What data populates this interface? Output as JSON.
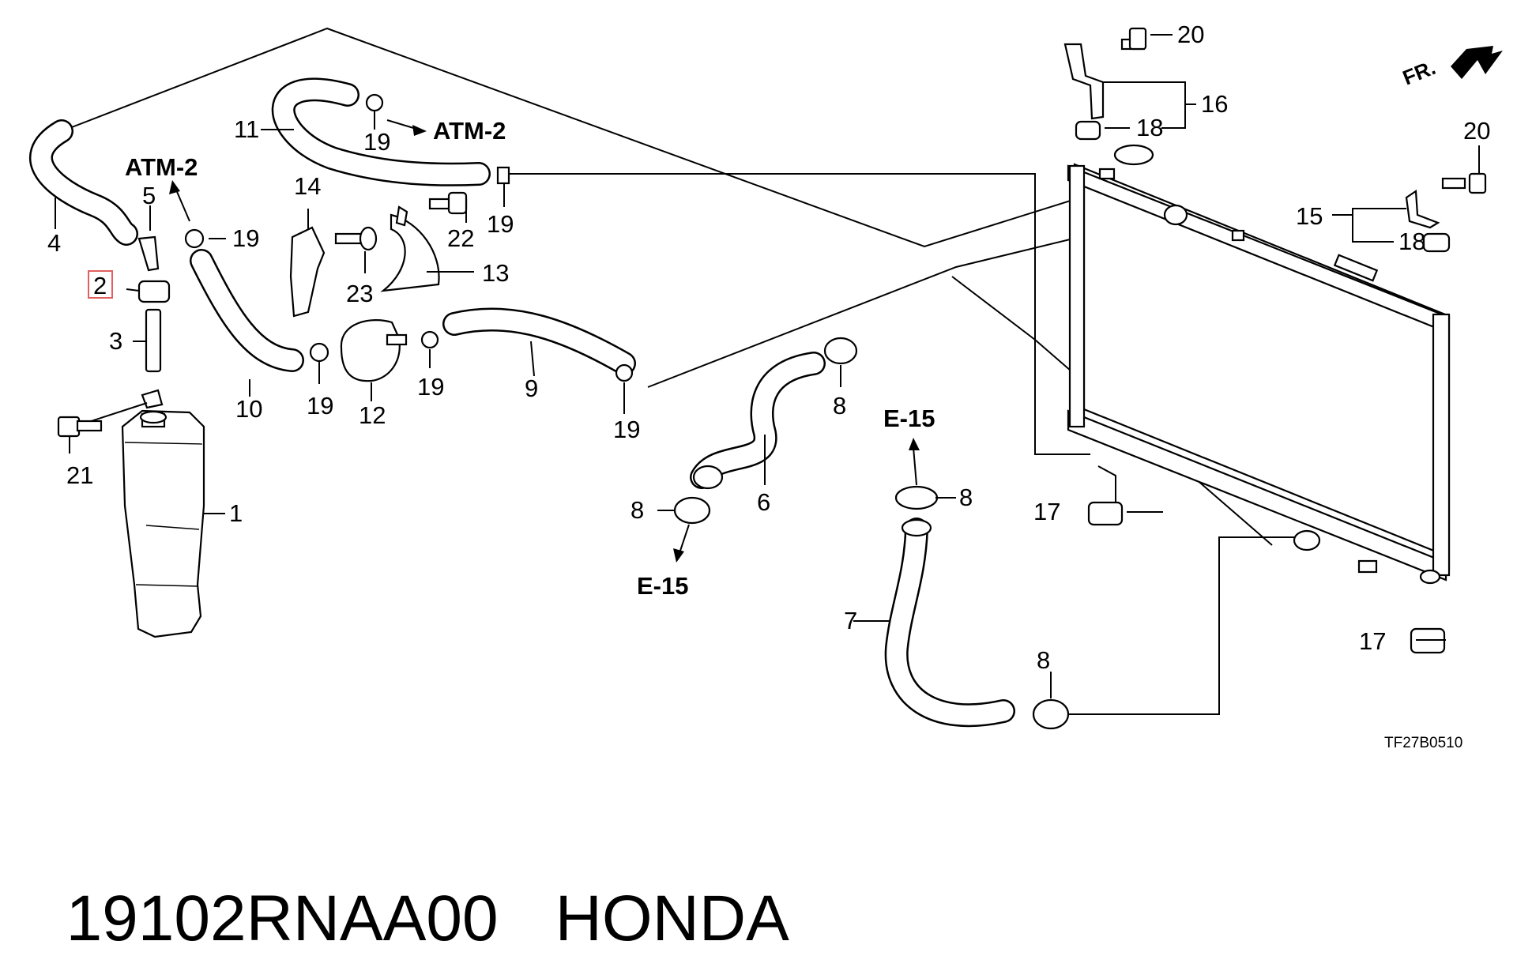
{
  "labels": {
    "p1": "1",
    "p2": "2",
    "p3": "3",
    "p4": "4",
    "p5": "5",
    "p6": "6",
    "p7": "7",
    "p8": "8",
    "p9": "9",
    "p10": "10",
    "p11": "11",
    "p12": "12",
    "p13": "13",
    "p14": "14",
    "p15": "15",
    "p16": "16",
    "p17": "17",
    "p18": "18",
    "p19": "19",
    "p20": "20",
    "p21": "21",
    "p22": "22",
    "p23": "23"
  },
  "refs": {
    "atm": "ATM-2",
    "e15": "E-15"
  },
  "direction": "FR.",
  "drawing_code": "TF27B0510",
  "highlight": {
    "part": "2",
    "color": "#e06060"
  },
  "footer": {
    "part_number": "19102RNAA00",
    "brand": "HONDA"
  }
}
